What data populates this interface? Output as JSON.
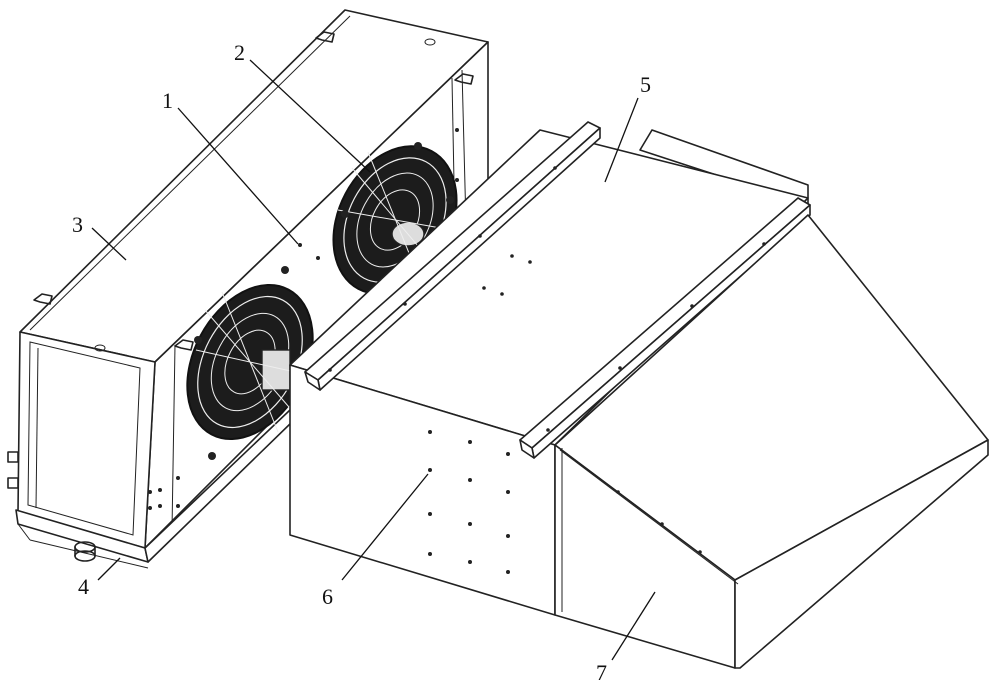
{
  "labels": {
    "l1": "1",
    "l2": "2",
    "l3": "3",
    "l4": "4",
    "l5": "5",
    "l6": "6",
    "l7": "7"
  },
  "colors": {
    "line": "#222222",
    "fan": "#1a1a1a",
    "background": "#ffffff"
  }
}
